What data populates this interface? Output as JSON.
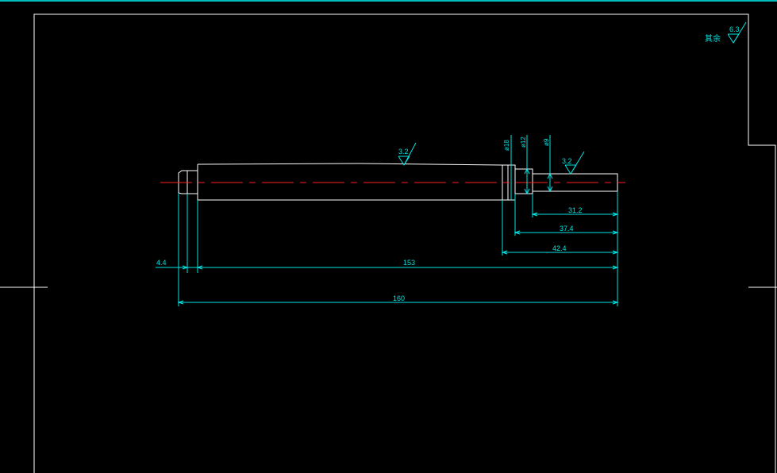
{
  "colors": {
    "background": "#000000",
    "frame": "#ffffff",
    "dimension": "#00e5e5",
    "part_outline": "#ffffff",
    "centerline": "#ff2020",
    "top_edge": "#00bcbc"
  },
  "drawing": {
    "corner_note": {
      "label": "其余",
      "roughness": "6.3"
    },
    "roughness_marks": [
      {
        "value": "3.2"
      },
      {
        "value": "3.2"
      }
    ],
    "diameters": {
      "d18": "ø18",
      "d12": "ø12",
      "d9": "ø9"
    },
    "dimensions": {
      "d_31_2": "31.2",
      "d_37_4": "37.4",
      "d_42_4": "42.4",
      "d_4_4": "4.4",
      "d_153": "153",
      "d_160": "160"
    }
  }
}
